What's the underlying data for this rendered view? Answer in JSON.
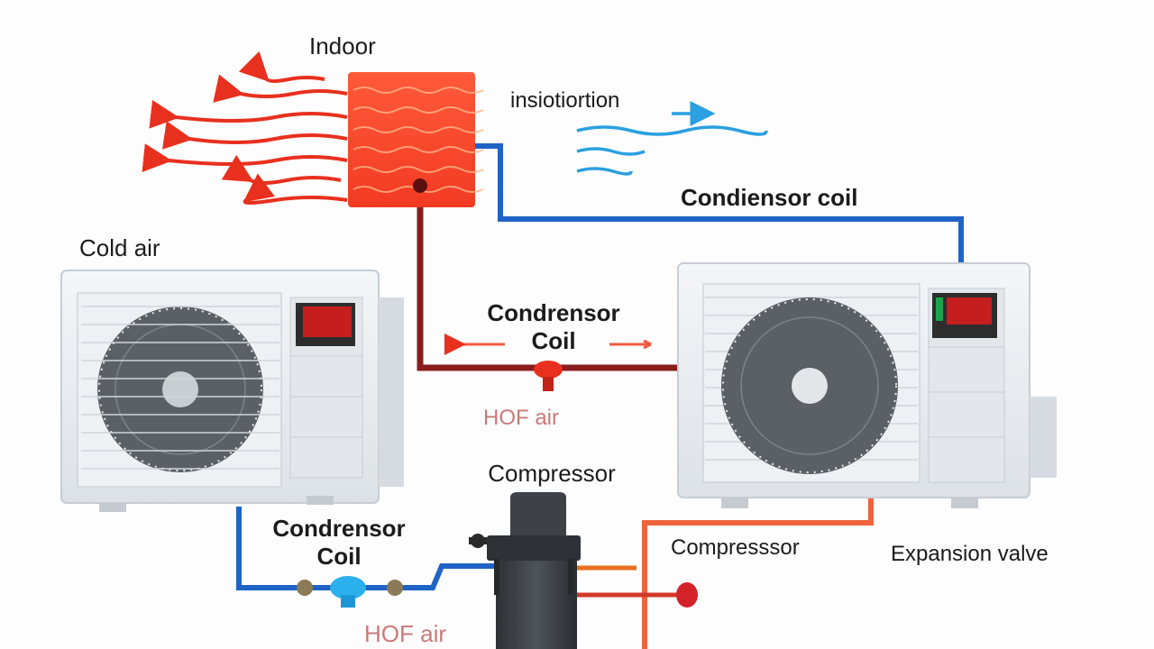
{
  "labels": {
    "indoor": "Indoor",
    "insulation": "insiotiortion",
    "condenser_coil_top": "Condiensor coil",
    "cold_air": "Cold air",
    "condenser_coil_mid_line1": "Condrensor",
    "condenser_coil_mid_line2": "Coil",
    "hot_air_mid": "HOF air",
    "compressor_top": "Compressor",
    "condenser_coil_low_line1": "Condrensor",
    "condenser_coil_low_line2": "Coil",
    "compressor_right": "Compresssor",
    "expansion_valve": "Expansion valve",
    "hot_air_bottom": "HOF air"
  },
  "colors": {
    "hot_red": "#f04a32",
    "cold_blue": "#1f63c6",
    "light_blue": "#2ba5e8",
    "dark_red_pipe": "#8a1d1d",
    "orange_pipe": "#f0643c",
    "unit_body": "#e9edf1",
    "compressor": "#3b3f45"
  },
  "icons": [
    "heat-exchanger-icon",
    "fan-icon",
    "control-panel-icon",
    "valve-icon",
    "compressor-icon"
  ]
}
